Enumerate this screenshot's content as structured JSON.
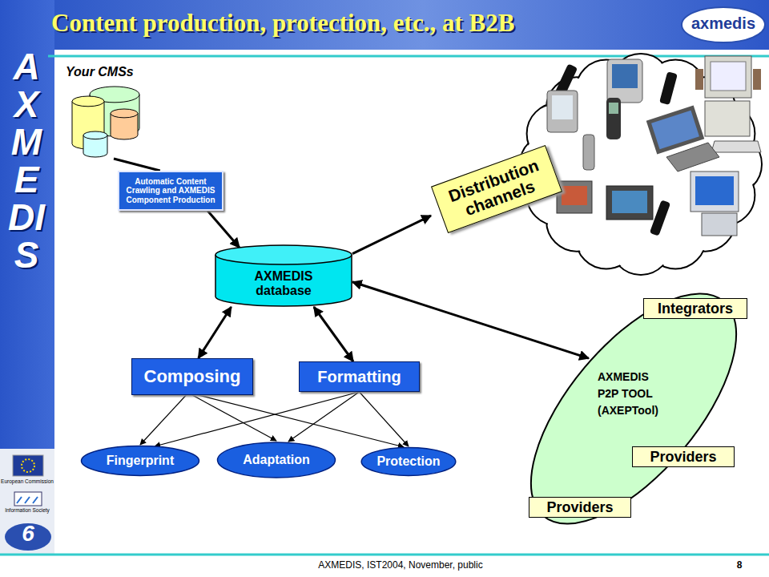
{
  "diagram": {
    "title": "Content production, protection, etc., at B2B",
    "nodes": [
      {
        "text": [
          "Your CMSs"
        ]
      },
      {
        "text": [
          "Automatic Content Crawling and AXMEDIS Component Production"
        ]
      },
      {
        "text": [
          "Distribution channels"
        ]
      },
      {
        "text": [
          "AXMEDIS database"
        ]
      },
      {
        "text": [
          "Integrators"
        ]
      },
      {
        "text": [
          "Composing"
        ]
      },
      {
        "text": [
          "Formatting"
        ]
      },
      {
        "text": [
          "AXMEDIS P2P TOOL (AXEPTool)"
        ]
      },
      {
        "text": [
          "Fingerprint"
        ]
      },
      {
        "text": [
          "Adaptation"
        ]
      },
      {
        "text": [
          "Protection"
        ]
      },
      {
        "text": [
          "Providers"
        ]
      },
      {
        "text": [
          "Providers"
        ]
      }
    ],
    "edges": [
      {
        "from": 0,
        "to": 1,
        "arrow": "none"
      },
      {
        "from": 1,
        "to": 3,
        "arrow": "to"
      },
      {
        "from": 3,
        "to": 2,
        "arrow": "to"
      },
      {
        "from": 3,
        "to": 5,
        "arrow": "both"
      },
      {
        "from": 3,
        "to": 6,
        "arrow": "both"
      },
      {
        "from": 3,
        "to": 7,
        "arrow": "both"
      },
      {
        "from": 5,
        "to": 8,
        "arrow": "to"
      },
      {
        "from": 5,
        "to": 9,
        "arrow": "to"
      },
      {
        "from": 5,
        "to": 10,
        "arrow": "to"
      },
      {
        "from": 6,
        "to": 8,
        "arrow": "to"
      },
      {
        "from": 6,
        "to": 9,
        "arrow": "to"
      },
      {
        "from": 6,
        "to": 10,
        "arrow": "to"
      }
    ],
    "labels": [
      "AXMEDIS",
      "axmedis",
      "European Commission",
      "Information Society",
      "6",
      "AXMEDIS, IST2004, November, public",
      "8"
    ]
  }
}
